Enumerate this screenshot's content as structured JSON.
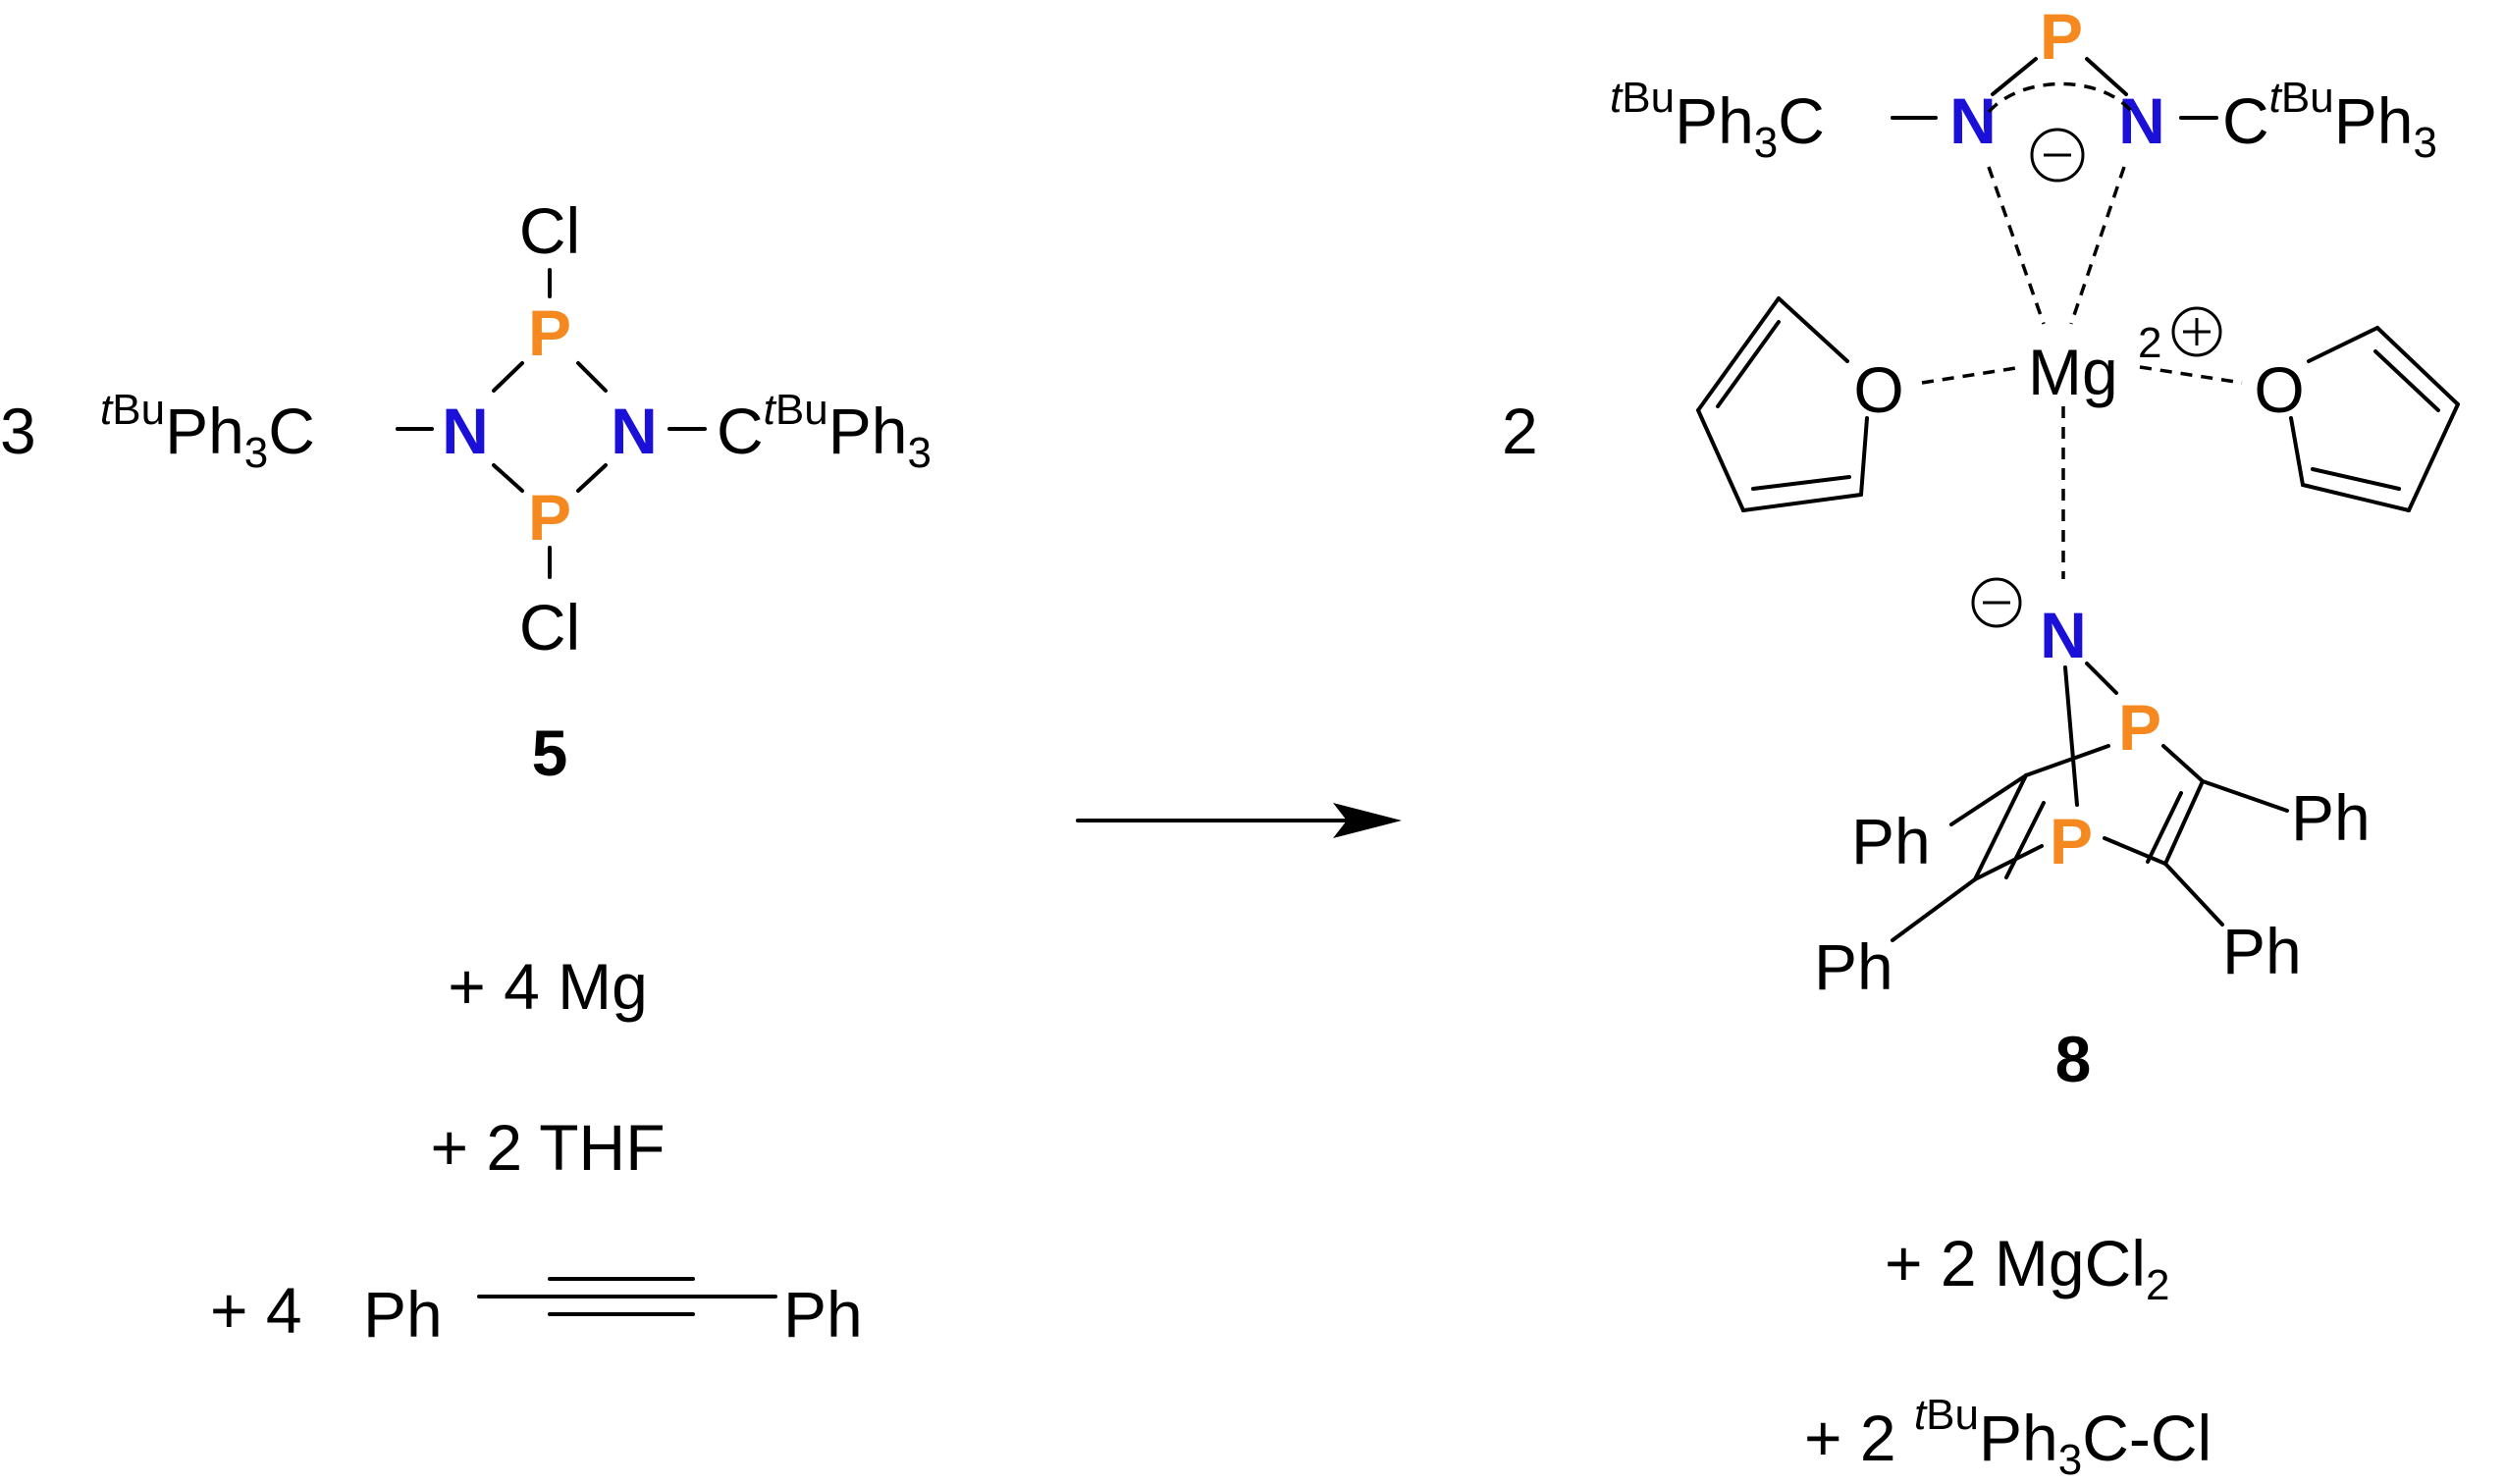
{
  "colors": {
    "phosphorus": "#F5891F",
    "nitrogen": "#1A10D8",
    "text": "#000000"
  },
  "atoms": {
    "P": "P",
    "N": "N",
    "Cl": "Cl",
    "O": "O",
    "Mg": "Mg"
  },
  "substituent": {
    "italic_prefix": "t",
    "bu": "Bu",
    "ph": "Ph",
    "sub3": "3",
    "c": "C"
  },
  "reactant": {
    "coefficient": "3",
    "compound_number": "5",
    "extra_lines": [
      {
        "text": "+ 4 Mg"
      },
      {
        "text": "+ 2 THF"
      },
      {
        "text": "+ 4",
        "ph_left": "Ph",
        "ph_right": "Ph"
      }
    ]
  },
  "product": {
    "coefficient": "2",
    "compound_number": "8",
    "mg_charge": "2",
    "phenyl": "Ph",
    "byproducts": [
      {
        "prefix": "+ 2 MgCl",
        "sub": "2"
      },
      {
        "prefix": "+ 2 ",
        "rest": "Ph",
        "sub": "3",
        "tail": "C-Cl"
      }
    ]
  }
}
